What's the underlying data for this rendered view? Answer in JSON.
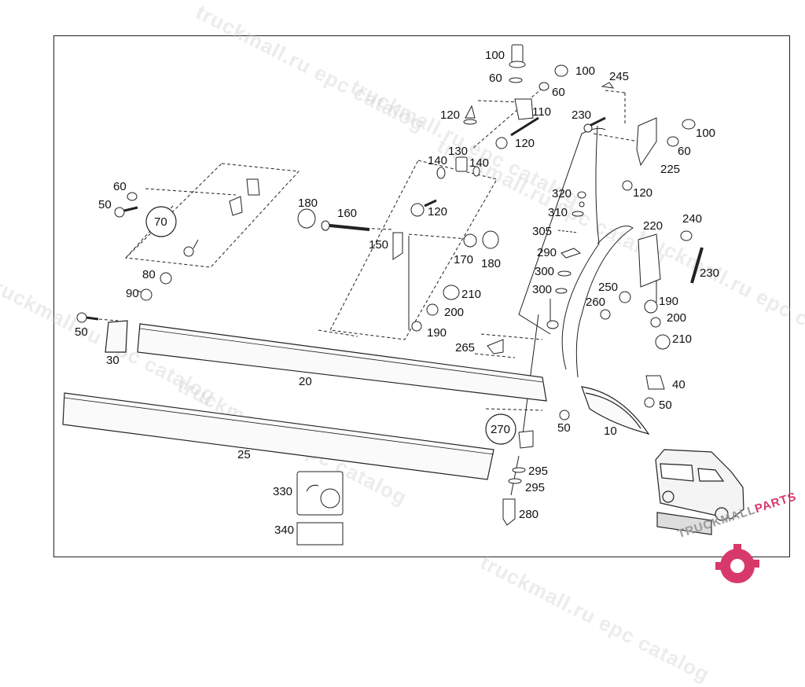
{
  "watermark": {
    "text": "truckmall.ru epc catalog"
  },
  "brand": {
    "logo_text": "TRUCKMALL",
    "logo_accent": "PARTS",
    "accent_color": "#d8396b"
  },
  "labels": {
    "p100a": "100",
    "p60a": "60",
    "p100b": "100",
    "p60b": "60",
    "p245": "245",
    "p120a": "120",
    "p110": "110",
    "p230a": "230",
    "p120b": "120",
    "p100c": "100",
    "p60c": "60",
    "p225": "225",
    "p130": "130",
    "p140a": "140",
    "p140b": "140",
    "p120c": "120",
    "p320": "320",
    "p60d": "60",
    "p50a": "50",
    "p70": "70",
    "p180a": "180",
    "p160": "160",
    "p120d": "120",
    "p310": "310",
    "p220": "220",
    "p240": "240",
    "p305": "305",
    "p150": "150",
    "p170": "170",
    "p180b": "180",
    "p290": "290",
    "p230b": "230",
    "p80": "80",
    "p300a": "300",
    "p250": "250",
    "p210a": "210",
    "p90": "90",
    "p300b": "300",
    "p260": "260",
    "p190a": "190",
    "p200a": "200",
    "p200b": "200",
    "p50b": "50",
    "p190b": "190",
    "p210b": "210",
    "p265": "265",
    "p30": "30",
    "p20": "20",
    "p40": "40",
    "p50c": "50",
    "p50d": "50",
    "p10": "10",
    "p270": "270",
    "p25": "25",
    "p295a": "295",
    "p295b": "295",
    "p330": "330",
    "p280": "280",
    "p340": "340"
  }
}
